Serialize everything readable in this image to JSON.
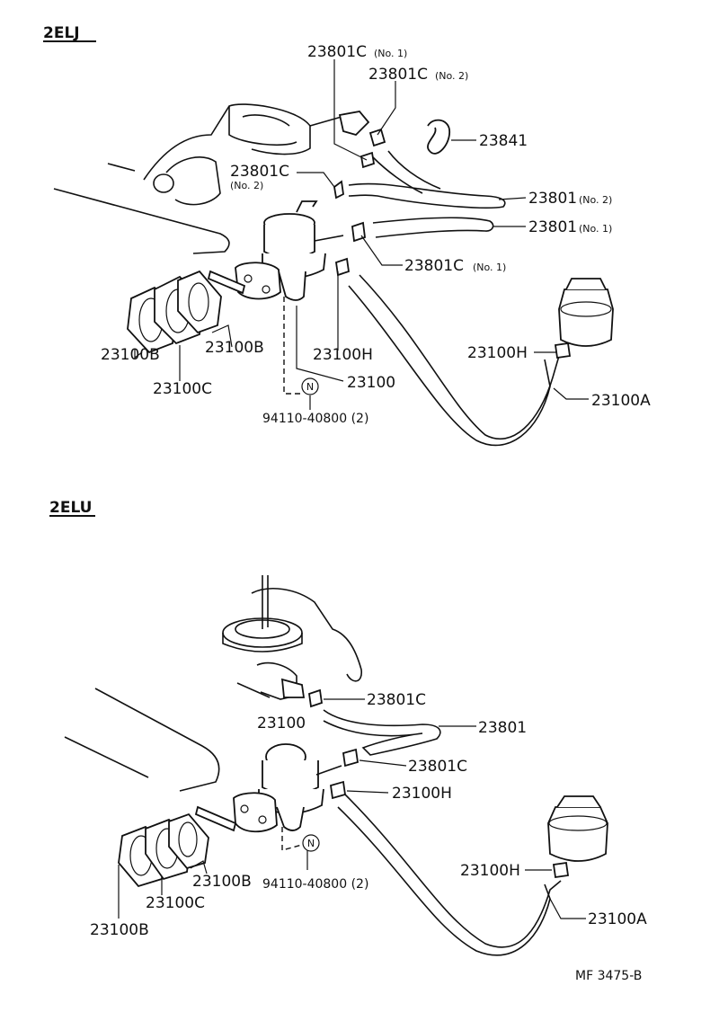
{
  "section_top": {
    "title": "2ELJ"
  },
  "section_bottom": {
    "title": "2ELU"
  },
  "labels_top": {
    "clamp_no1_top": "23801C",
    "clamp_no1_top_sub": "(No. 1)",
    "clamp_no2_top": "23801C",
    "clamp_no2_top_sub": "(No. 2)",
    "clip": "23841",
    "clamp_no2_left": "23801C",
    "clamp_no2_left_sub": "(No. 2)",
    "hose_no2": "23801",
    "hose_no2_sub": "(No. 2)",
    "hose_no1": "23801",
    "hose_no1_sub": "(No. 1)",
    "clamp_no1_mid": "23801C",
    "clamp_no1_mid_sub": "(No. 1)",
    "gasket_b_right": "23100B",
    "gasket_b_left": "23100B",
    "insulator": "23100C",
    "clamp_h_center": "23100H",
    "pump": "23100",
    "nut": "94110-40800 (2)",
    "nut_symbol": "N",
    "clamp_h_filter": "23100H",
    "hose_a": "23100A"
  },
  "labels_bottom": {
    "clamp_top": "23801C",
    "pump": "23100",
    "hose": "23801",
    "clamp_mid": "23801C",
    "clamp_h_center": "23100H",
    "gasket_b_right": "23100B",
    "nut": "94110-40800 (2)",
    "nut_symbol": "N",
    "insulator": "23100C",
    "gasket_b_left": "23100B",
    "clamp_h_filter": "23100H",
    "hose_a": "23100A"
  },
  "footer": {
    "code": "MF  3475-B"
  }
}
